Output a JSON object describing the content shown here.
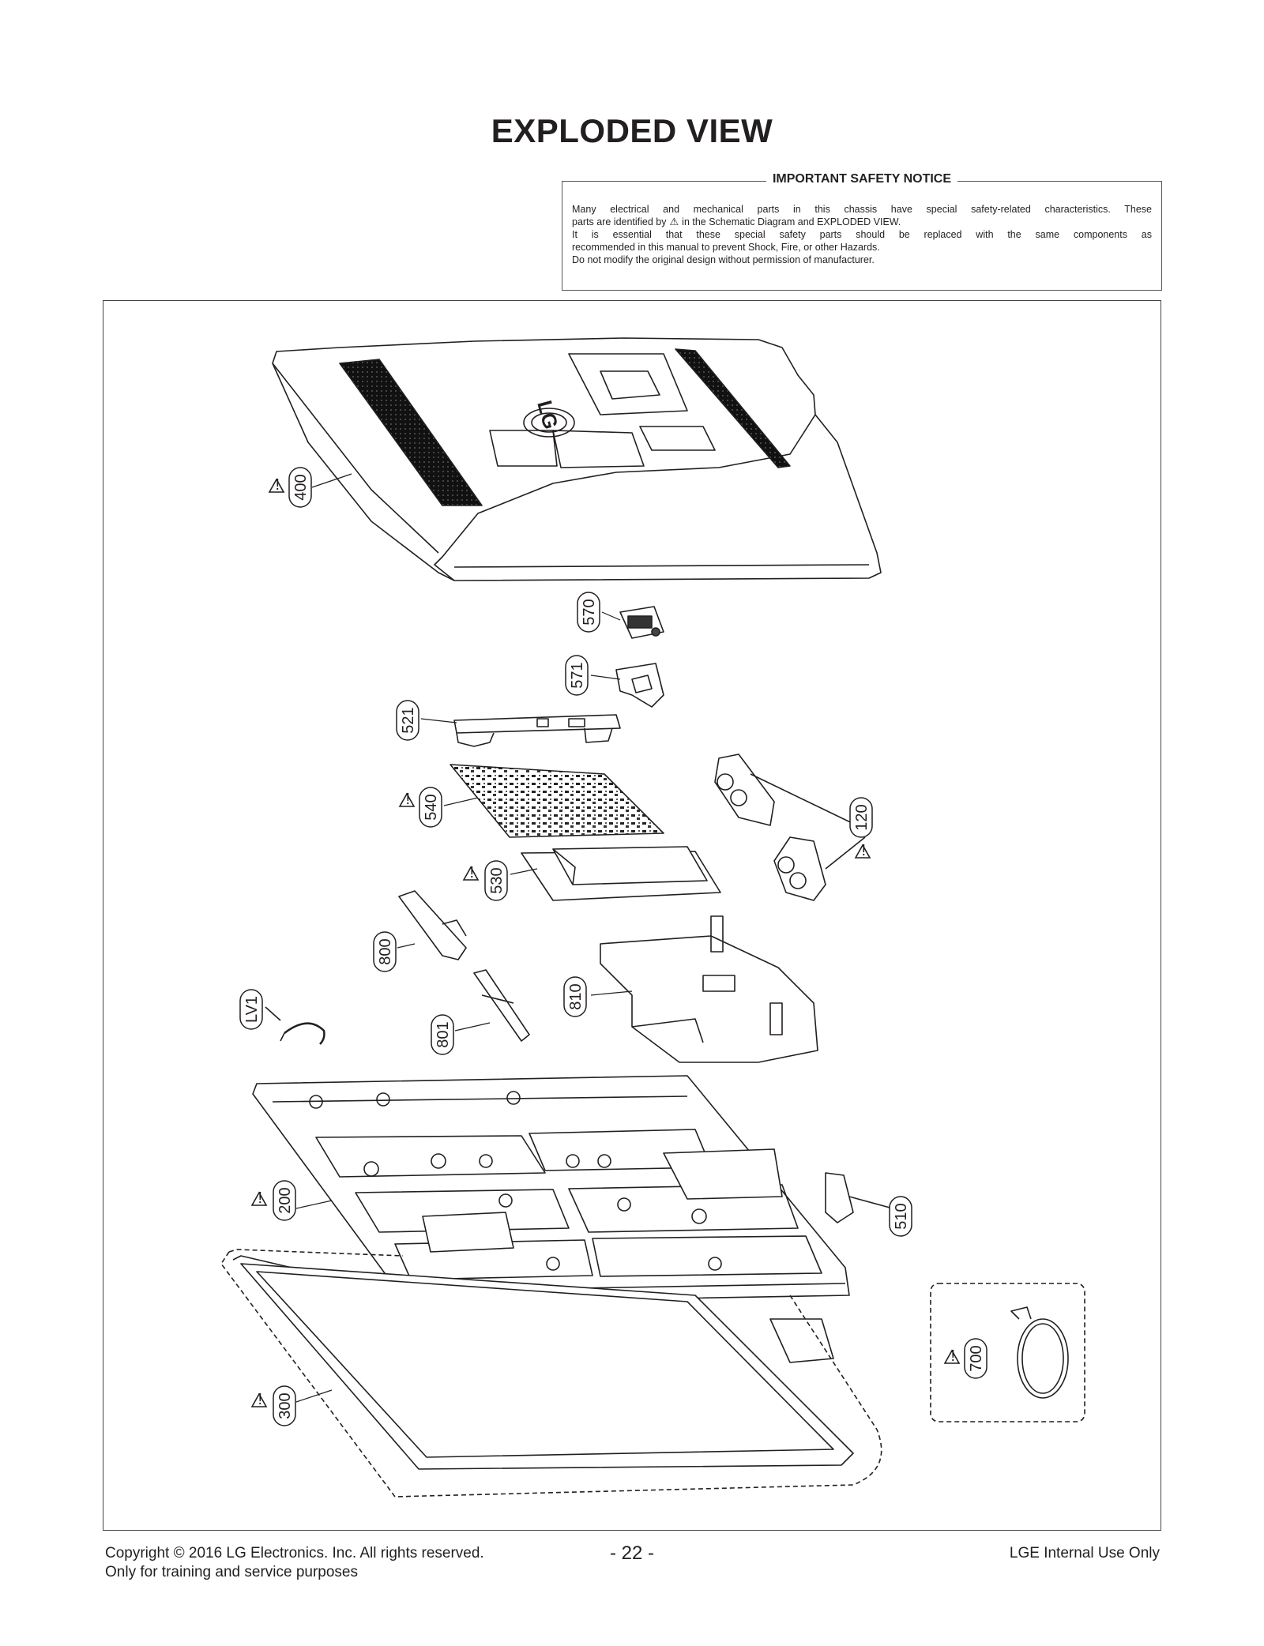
{
  "page_title": "EXPLODED VIEW",
  "safety_notice": {
    "heading": "IMPORTANT SAFETY NOTICE",
    "line1": "Many electrical and mechanical parts in this chassis have special safety-related characteristics. These",
    "line2_before": "parts are identified by",
    "line2_after": "in the Schematic Diagram and EXPLODED VIEW.",
    "line3": "It is essential that these special safety parts should be replaced with the same components as",
    "line4": "recommended in this manual to prevent Shock, Fire, or other Hazards.",
    "line5": "Do not modify the original design without permission of manufacturer."
  },
  "part_labels": {
    "p400": "400",
    "p570": "570",
    "p571": "571",
    "p521": "521",
    "p540": "540",
    "p120": "120",
    "p530": "530",
    "p800": "800",
    "p810": "810",
    "pLV1": "LV1",
    "p801": "801",
    "p200": "200",
    "p510": "510",
    "p700": "700",
    "p300": "300"
  },
  "footer": {
    "copyright": "Copyright  © 2016  LG Electronics. Inc. All rights reserved.",
    "purpose": "Only for training and service purposes",
    "page_number": "- 22 -",
    "internal": "LGE Internal Use Only"
  }
}
